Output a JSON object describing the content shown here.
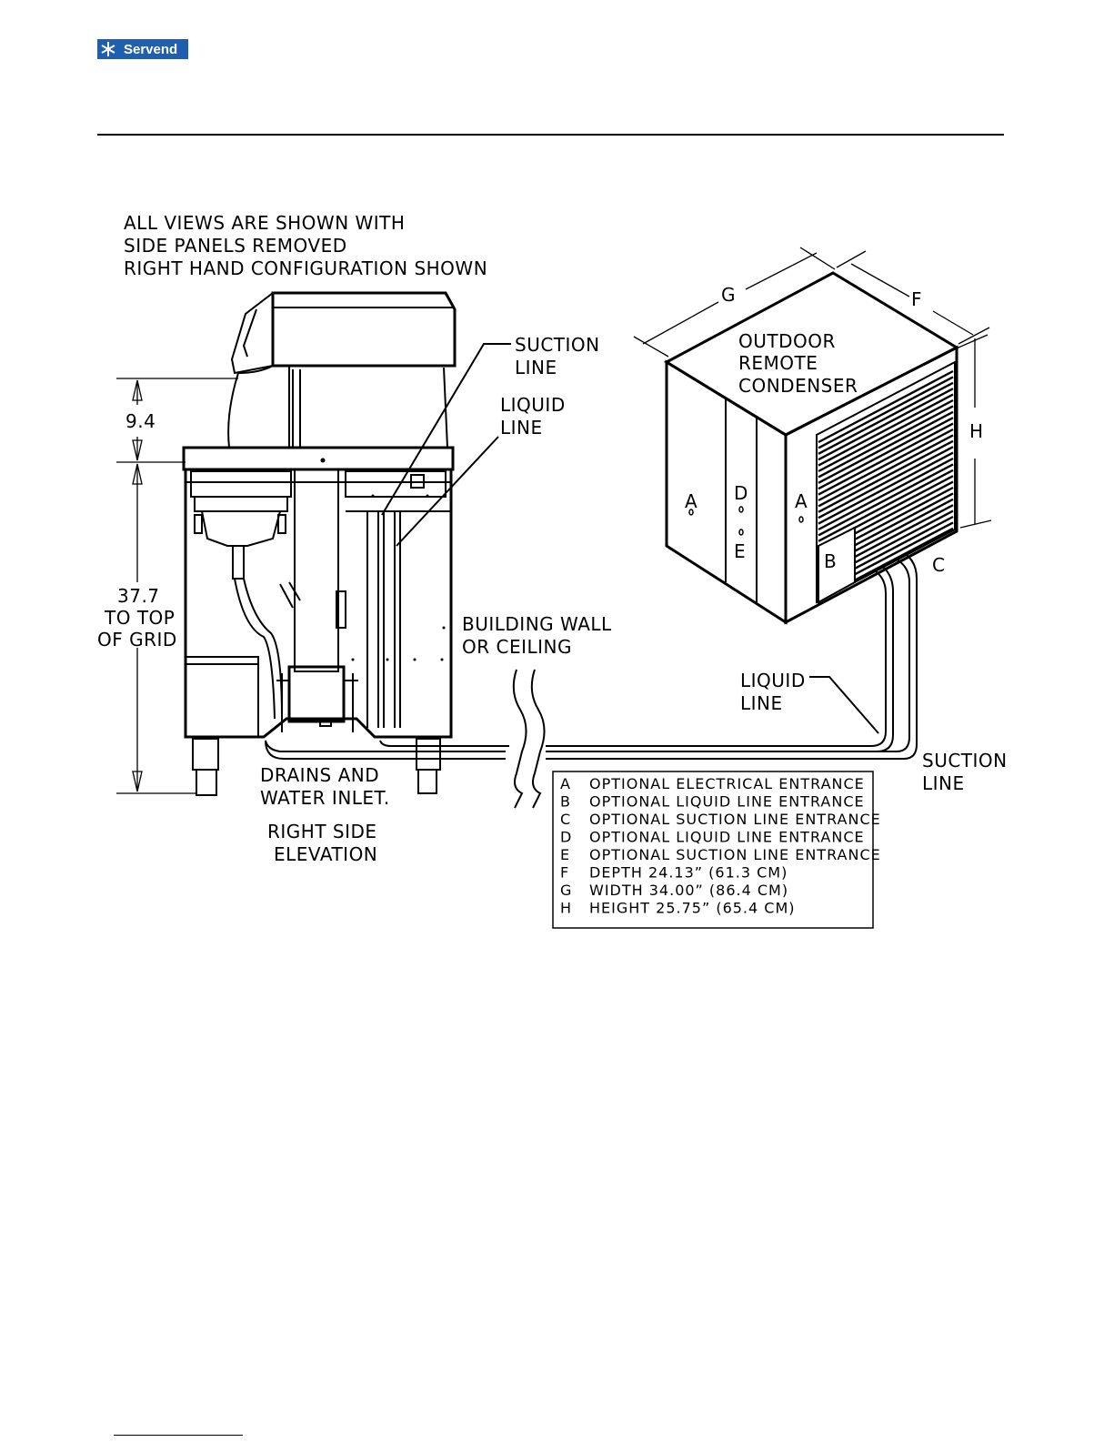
{
  "brand": {
    "name": "Servend",
    "color": "#1f5fad"
  },
  "notes": {
    "line1": "ALL VIEWS ARE SHOWN WITH",
    "line2": "SIDE PANELS REMOVED",
    "line3": "RIGHT HAND CONFIGURATION SHOWN"
  },
  "dimensions": {
    "upper": "9.4",
    "lower_value": "37.7",
    "lower_line2": "TO TOP",
    "lower_line3": "OF GRID"
  },
  "callouts": {
    "suction_line_top": [
      "SUCTION",
      "LINE"
    ],
    "liquid_line_top": [
      "LIQUID",
      "LINE"
    ],
    "building_wall": [
      "BUILDING WALL",
      "OR CEILING"
    ],
    "liquid_line_bottom": [
      "LIQUID",
      "LINE"
    ],
    "suction_line_bottom": [
      "SUCTION",
      "LINE"
    ],
    "drains": [
      "DRAINS AND",
      "WATER INLET."
    ],
    "elevation": [
      "RIGHT SIDE",
      "ELEVATION"
    ],
    "condenser": [
      "OUTDOOR",
      "REMOTE",
      "CONDENSER"
    ]
  },
  "condenser_letters": {
    "A_left": "A",
    "D": "D",
    "E": "E",
    "A_right": "A",
    "B": "B",
    "C": "C",
    "F": "F",
    "G": "G",
    "H": "H"
  },
  "legend": [
    {
      "key": "A",
      "text": "OPTIONAL ELECTRICAL ENTRANCE"
    },
    {
      "key": "B",
      "text": "OPTIONAL LIQUID LINE ENTRANCE"
    },
    {
      "key": "C",
      "text": "OPTIONAL SUCTION LINE ENTRANCE"
    },
    {
      "key": "D",
      "text": "OPTIONAL LIQUID LINE ENTRANCE"
    },
    {
      "key": "E",
      "text": "OPTIONAL SUCTION LINE ENTRANCE"
    },
    {
      "key": "F",
      "text": "DEPTH 24.13” (61.3 CM)"
    },
    {
      "key": "G",
      "text": "WIDTH 34.00” (86.4 CM)"
    },
    {
      "key": "H",
      "text": "HEIGHT 25.75” (65.4 CM)"
    }
  ]
}
